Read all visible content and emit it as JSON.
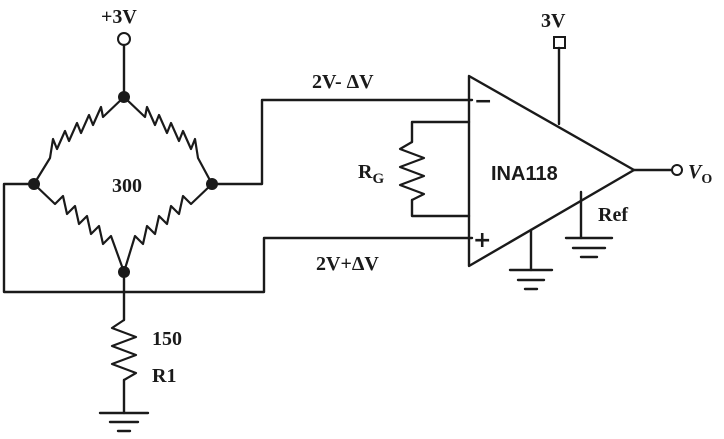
{
  "labels": {
    "supply_bridge": "+3V",
    "supply_amp": "3V",
    "bridge_value": "300",
    "inverting_input": "2V- ΔV",
    "noninverting_input": "2V+ΔV",
    "gain_resistor_main": "R",
    "gain_resistor_sub": "G",
    "amp_name": "INA118",
    "ref_pin": "Ref",
    "output_main": "V",
    "output_sub": "O",
    "r1_value": "150",
    "r1_name": "R1",
    "minus_sign": "−",
    "plus_sign": "+"
  }
}
